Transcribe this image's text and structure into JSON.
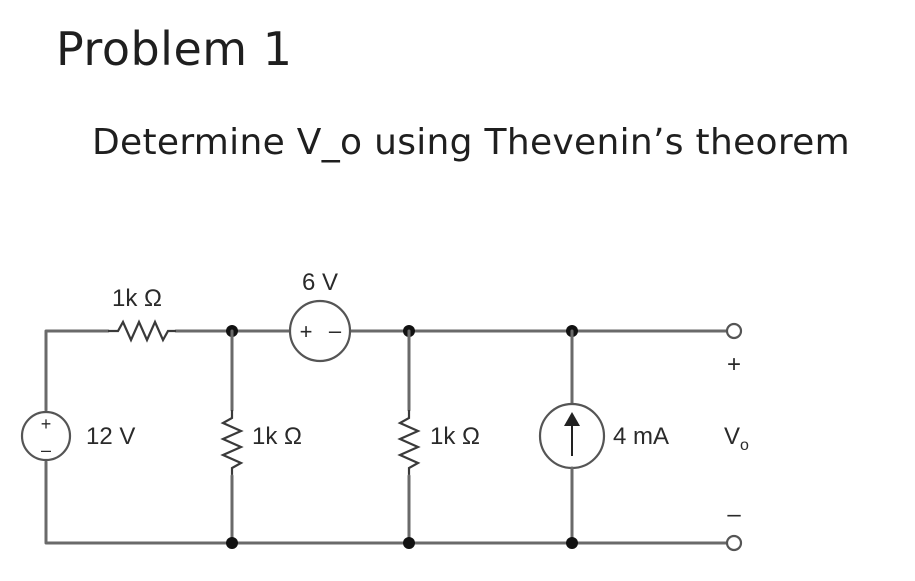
{
  "title": "Problem 1",
  "subtitle": "Determine V_o using Thevenin’s theorem",
  "circuit": {
    "r_series_label": "1k Ω",
    "v_source_left_label": "12 V",
    "r_shunt1_label": "1k Ω",
    "v_source_mid_label": "6 V",
    "r_shunt2_label": "1k Ω",
    "i_source_label": "4 mA",
    "output_label_main": "V",
    "output_label_sub": "o",
    "output_plus": "+",
    "output_minus": "–",
    "src_plus": "+",
    "src_minus": "–"
  }
}
